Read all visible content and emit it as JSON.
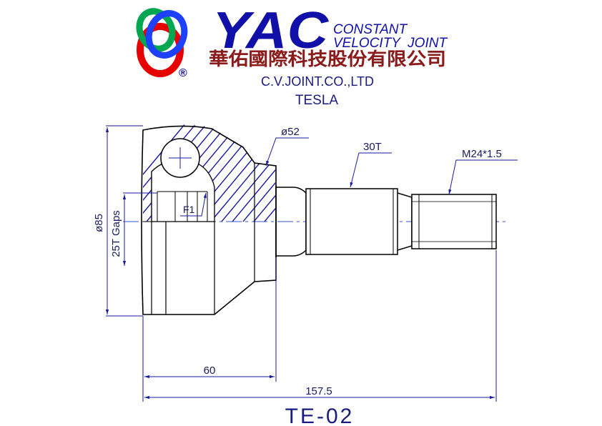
{
  "header": {
    "brand": "YAC",
    "tagline_line1": "CONSTANT",
    "tagline_line2": "VELOCITY  JOINT",
    "company_chinese": "華佑國際科技股份有限公司",
    "registered_mark": "®",
    "company_english": "C.V.JOINT.CO.,LTD",
    "vehicle_make": "TESLA"
  },
  "drawing": {
    "dims": {
      "outer_diameter": "ø85",
      "inner_spline": "25T Gaps",
      "bell_neck_diameter": "ø52",
      "shaft_spline": "30T",
      "thread": "M24*1.5",
      "feature": "F1",
      "bell_length": "60",
      "overall_length": "157.5"
    },
    "part_number": "TE-02"
  },
  "colors": {
    "logo_navy": "#1010a8",
    "logo_red": "#e60000",
    "logo_green": "#00a650",
    "logo_blue": "#1e40ff",
    "chinese_text": "#8b1a1a",
    "part_outline": "#000000",
    "dimension": "#1a1aa0",
    "hatch": "#1a1aa0",
    "centerline": "#3355cc"
  }
}
